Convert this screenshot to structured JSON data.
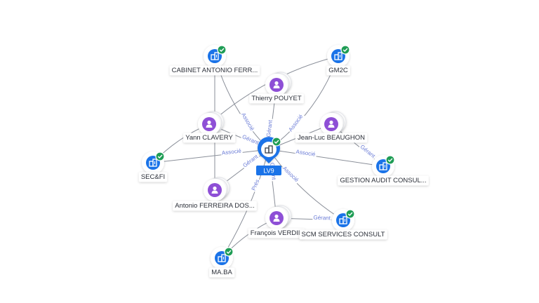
{
  "colors": {
    "company": "#1a73e8",
    "person": "#8e4fd6",
    "center": "#1a73e8",
    "check": "#1f9d55",
    "edge": "#8a8f99",
    "edge_label": "#6b7cd6"
  },
  "center": {
    "label": "LV9",
    "icon": "building-icon"
  },
  "nodes": [
    {
      "id": "cabinet",
      "type": "company",
      "label": "CABINET ANTONIO FERR..."
    },
    {
      "id": "gm2c",
      "type": "company",
      "label": "GM2C"
    },
    {
      "id": "thierry",
      "type": "person",
      "label": "Thierry POUYET"
    },
    {
      "id": "yann",
      "type": "person",
      "label": "Yann CLAVERY"
    },
    {
      "id": "jeanluc",
      "type": "person",
      "label": "Jean-Luc BEAUGHON"
    },
    {
      "id": "secfi",
      "type": "company",
      "label": "SEC&FI"
    },
    {
      "id": "gestion",
      "type": "company",
      "label": "GESTION AUDIT CONSUL..."
    },
    {
      "id": "antonio",
      "type": "person",
      "label": "Antonio FERREIRA DOS..."
    },
    {
      "id": "francois",
      "type": "person",
      "label": "François VERDIE"
    },
    {
      "id": "scm",
      "type": "company",
      "label": "SCM SERVICES CONSULT"
    },
    {
      "id": "maba",
      "type": "company",
      "label": "MA.BA"
    }
  ],
  "edge_labels": {
    "associe": "Associé",
    "gerant": "Gérant",
    "president": "Prés"
  }
}
